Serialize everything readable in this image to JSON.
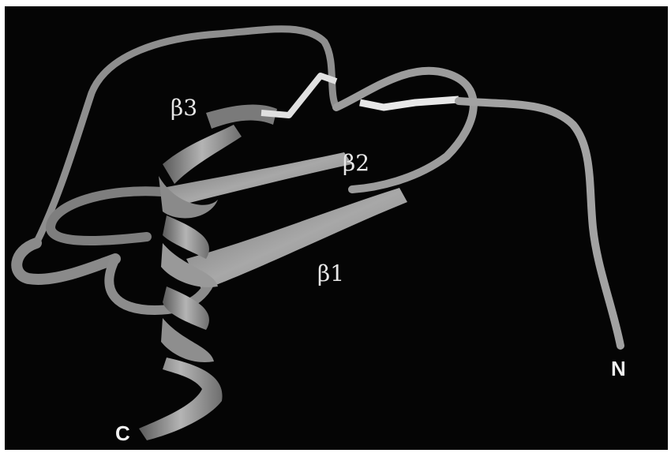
{
  "labels": {
    "beta3": "β3",
    "beta2": "β2",
    "beta1": "β1",
    "n_terminus": "N",
    "c_terminus": "C"
  },
  "colors": {
    "background": "#050505",
    "ribbon": "#9a9a9a",
    "ribbon_dark": "#5e5e5e",
    "ribbon_light": "#c8c8c8",
    "disulfide": "#e0e0e0",
    "text": "#e6e6e6"
  }
}
